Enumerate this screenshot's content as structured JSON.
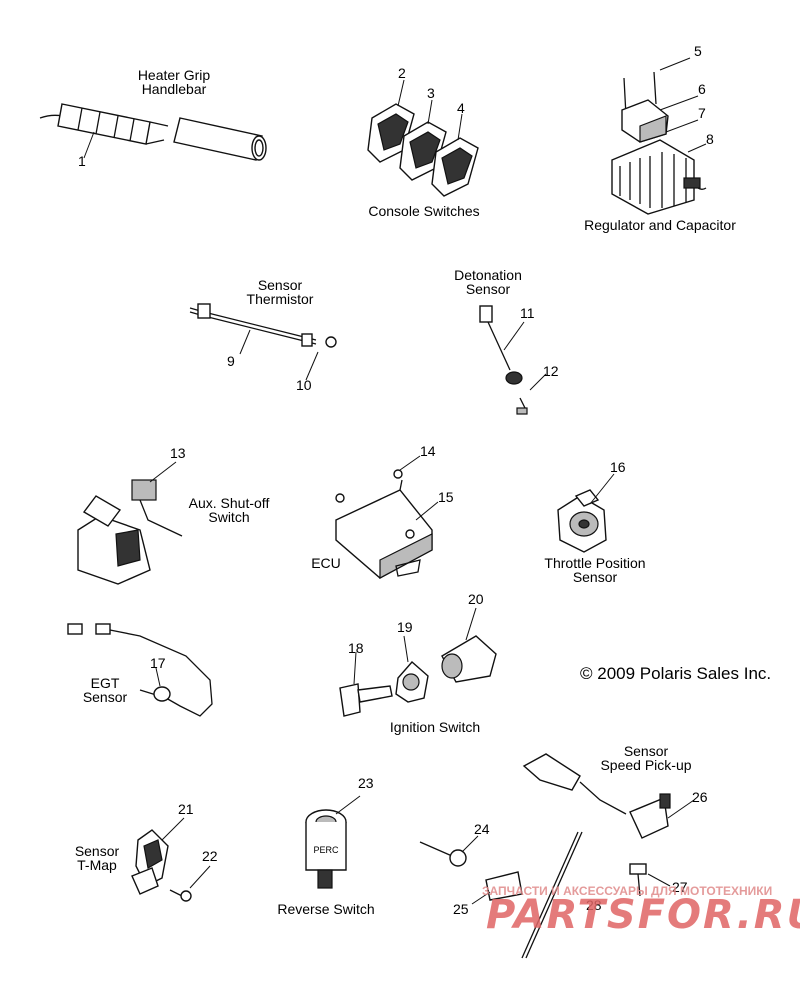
{
  "labels": {
    "heater_grip": "Heater Grip\nHandlebar",
    "console_switches": "Console Switches",
    "regulator_capacitor": "Regulator and Capacitor",
    "sensor_thermistor": "Sensor\nThermistor",
    "detonation_sensor": "Detonation\nSensor",
    "aux_shutoff": "Aux. Shut-off\nSwitch",
    "ecu": "ECU",
    "throttle_position": "Throttle Position\nSensor",
    "egt_sensor": "EGT\nSensor",
    "ignition_switch": "Ignition Switch",
    "speed_pickup": "Sensor\nSpeed Pick-up",
    "tmap": "Sensor\nT-Map",
    "reverse_switch": "Reverse Switch",
    "perc": "PERC"
  },
  "numbers": [
    "1",
    "2",
    "3",
    "4",
    "5",
    "6",
    "7",
    "8",
    "9",
    "10",
    "11",
    "12",
    "13",
    "14",
    "15",
    "16",
    "17",
    "18",
    "19",
    "20",
    "21",
    "22",
    "23",
    "24",
    "25",
    "26",
    "27",
    "28"
  ],
  "copyright": "© 2009 Polaris Sales Inc.",
  "watermark": {
    "small": "ЗАПЧАСТИ И АКСЕССУАРЫ ДЛЯ МОТОТЕХНИКИ",
    "big": "PARTSFOR.RU"
  }
}
